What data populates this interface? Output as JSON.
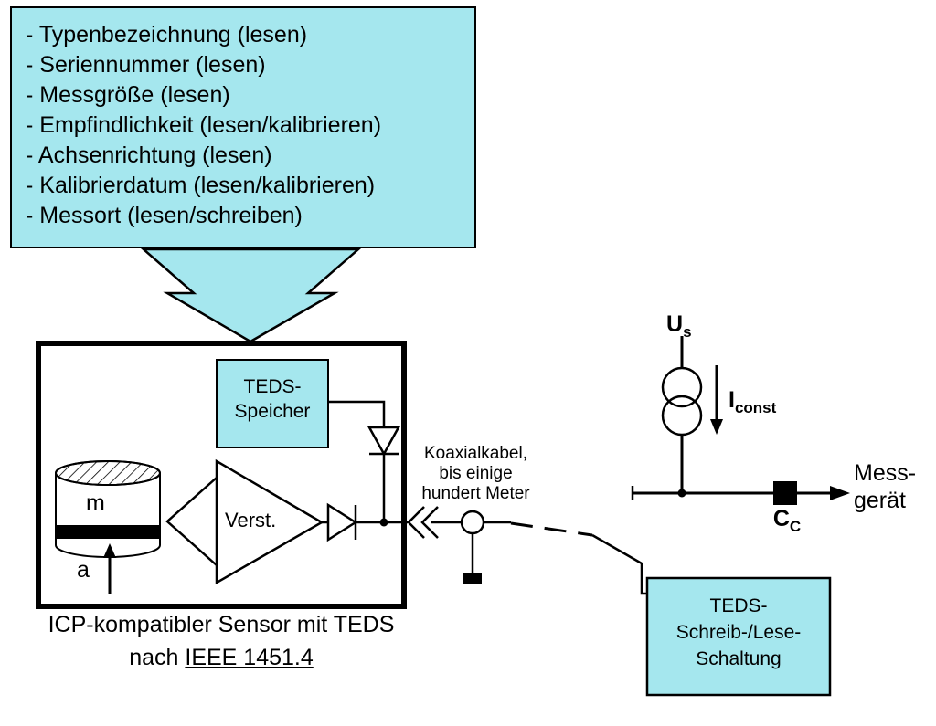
{
  "colors": {
    "cyan": "#a5e7ee",
    "background": "#ffffff",
    "line": "#000000"
  },
  "teds_list": {
    "items": [
      "- Typenbezeichnung (lesen)",
      "- Seriennummer (lesen)",
      "- Messgröße (lesen)",
      "- Empfindlichkeit (lesen/kalibrieren)",
      "- Achsenrichtung (lesen)",
      "- Kalibrierdatum (lesen/kalibrieren)",
      "- Messort (lesen/schreiben)"
    ]
  },
  "sensor_box": {
    "teds_memory": {
      "line1": "TEDS-",
      "line2": "Speicher"
    },
    "mass_label": "m",
    "acceleration_label": "a",
    "amplifier_label": "Verst.",
    "caption_line1": "ICP-kompatibler Sensor mit TEDS",
    "caption_prefix": "nach ",
    "caption_standard": "IEEE 1451.4"
  },
  "cable_label": {
    "line1": "Koaxialkabel,",
    "line2": "bis einige",
    "line3": "hundert Meter"
  },
  "circuit": {
    "voltage": {
      "base": "U",
      "sub": "s"
    },
    "current": {
      "base": "I",
      "sub": "const"
    },
    "capacitor": {
      "base": "C",
      "sub": "C"
    },
    "device": {
      "line1": "Mess-",
      "line2": "gerät"
    }
  },
  "teds_circuit_box": {
    "line1": "TEDS-",
    "line2": "Schreib-/Lese-",
    "line3": "Schaltung"
  }
}
